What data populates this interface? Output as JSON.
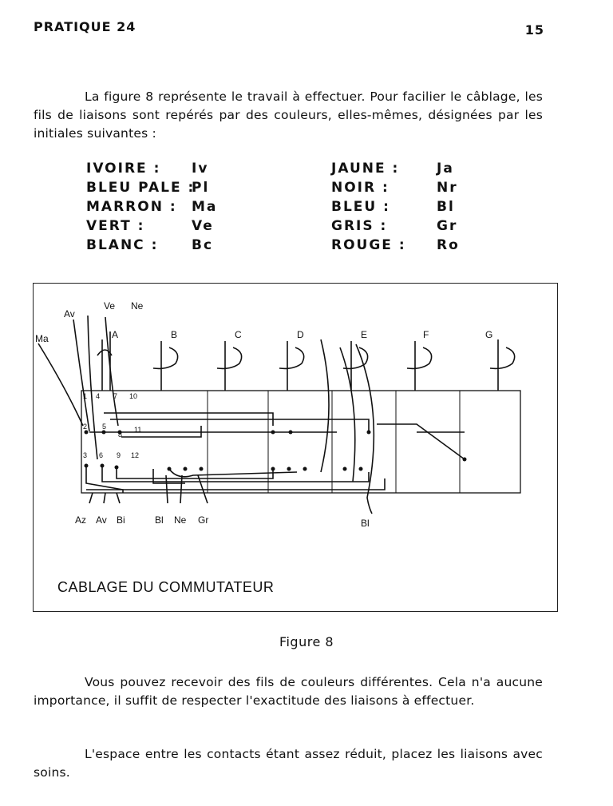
{
  "header": {
    "title": "PRATIQUE 24",
    "page_number": "15"
  },
  "intro": "La figure 8 représente le travail à effectuer. Pour facilier le câblage, les fils de liaisons sont repérés par des couleurs, elles-mêmes, désignées par les initiales suivantes :",
  "color_codes": {
    "left": [
      {
        "name": "IVOIRE :",
        "abbr": "Iv"
      },
      {
        "name": "BLEU PALE :",
        "abbr": "Pl"
      },
      {
        "name": "MARRON :",
        "abbr": "Ma"
      },
      {
        "name": "VERT :",
        "abbr": "Ve"
      },
      {
        "name": "BLANC :",
        "abbr": "Bc"
      }
    ],
    "right": [
      {
        "name": "JAUNE :",
        "abbr": "Ja"
      },
      {
        "name": "NOIR :",
        "abbr": "Nr"
      },
      {
        "name": "BLEU :",
        "abbr": "Bl"
      },
      {
        "name": "GRIS :",
        "abbr": "Gr"
      },
      {
        "name": "ROUGE :",
        "abbr": "Ro"
      }
    ]
  },
  "figure": {
    "inner_caption": "CABLAGE DU COMMUTATEUR",
    "caption": "Figure 8",
    "wire_labels_top": [
      "Av",
      "Ve",
      "Ne",
      "Ma"
    ],
    "section_labels": [
      "A",
      "B",
      "C",
      "D",
      "E",
      "F",
      "G"
    ],
    "wire_labels_bottom": [
      "Az",
      "Av",
      "Bi",
      "Bl",
      "Ne",
      "Gr",
      "Bl"
    ],
    "contact_numbers": [
      "1",
      "4",
      "7",
      "10",
      "2",
      "5",
      "8",
      "11",
      "3",
      "6",
      "9",
      "12"
    ]
  },
  "para2": "Vous pouvez recevoir des fils de couleurs différentes. Cela n'a aucune importance, il suffit de respecter l'exactitude des liaisons à effectuer.",
  "para3": "L'espace entre les contacts étant assez réduit, placez les liaisons avec soins."
}
